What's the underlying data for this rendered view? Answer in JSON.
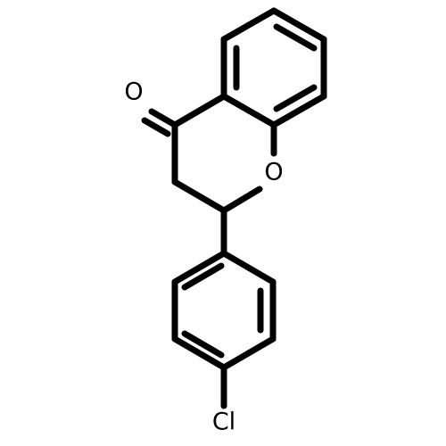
{
  "structure": {
    "atoms": [
      {
        "id": "O_carbonyl",
        "label": "O"
      },
      {
        "id": "O_ring",
        "label": "O"
      },
      {
        "id": "Cl",
        "label": "Cl"
      }
    ]
  },
  "colors": {
    "bond": "#000000",
    "label": "#000000",
    "background": "#ffffff"
  }
}
